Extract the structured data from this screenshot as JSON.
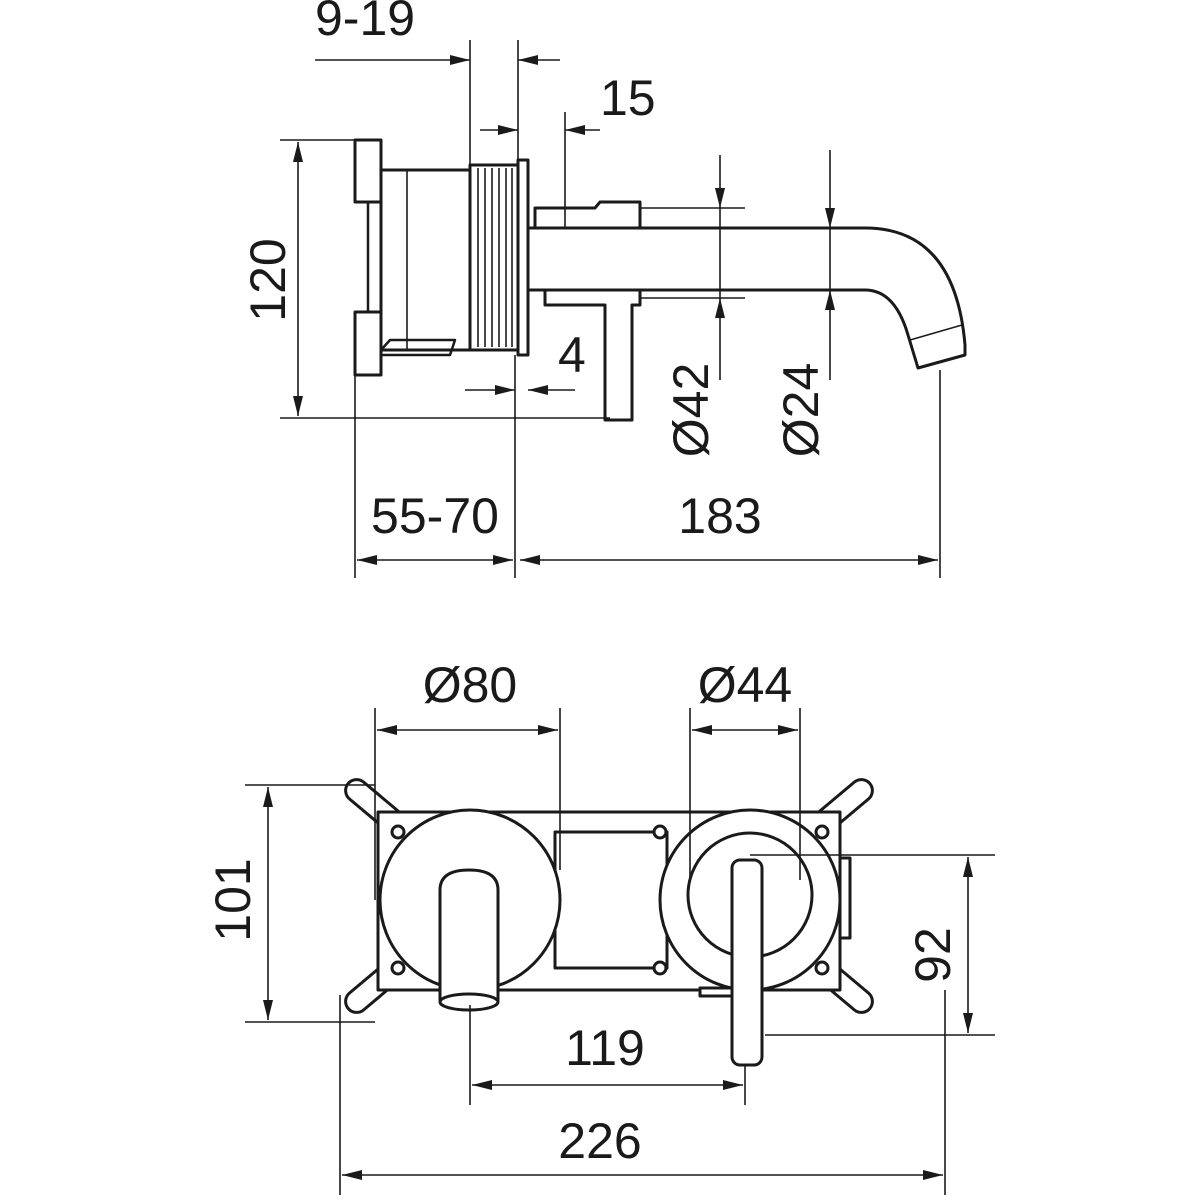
{
  "title": "Wall-mounted basin mixer technical drawing",
  "side_view": {
    "dims": {
      "wall_depth": "9-19",
      "flange_offset": "15",
      "height": "120",
      "gap": "4",
      "body_diameter": "Ø42",
      "spout_diameter": "Ø24",
      "install_depth": "55-70",
      "spout_length": "183"
    }
  },
  "front_view": {
    "dims": {
      "left_rosette": "Ø80",
      "right_rosette": "Ø44",
      "plate_height": "101",
      "right_height": "92",
      "center_distance": "119",
      "total_width": "226"
    }
  },
  "colors": {
    "line": "#1a1a1a",
    "background": "#ffffff"
  }
}
